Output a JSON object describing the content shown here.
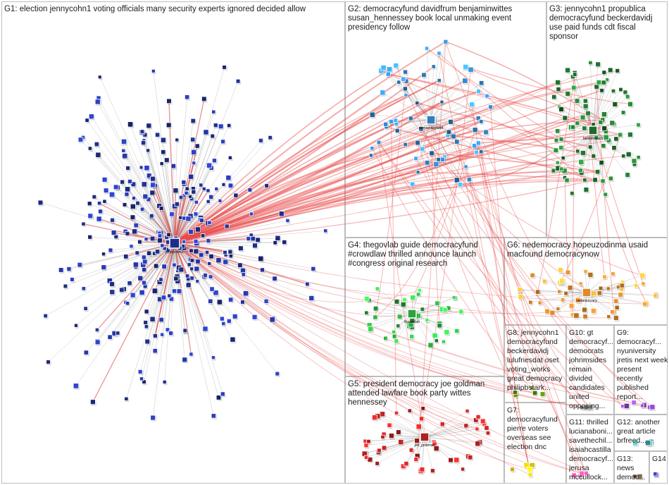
{
  "graph": {
    "background": "#ffffff",
    "edge_color": "#9a9a9a",
    "highlight_edge_color": "#e84a4a",
    "groups": [
      {
        "id": "G1",
        "label": "G1: election jennycohn1 voting officials many security experts ignored decided allow",
        "color": "#1f2d8a"
      },
      {
        "id": "G2",
        "label": "G2: democracyfund davidfrum benjaminwittes susan_hennessey book local unmaking event presidency follow",
        "color": "#2f7fc1"
      },
      {
        "id": "G3",
        "label": "G3: jennycohn1 propublica democracyfund beckerdavidj use paid funds cdt fiscal sponsor",
        "color": "#1d6b2a"
      },
      {
        "id": "G4",
        "label": "G4: thegovlab guide democracyfund #crowdlaw thrilled announce launch #congress original research",
        "color": "#29a33a"
      },
      {
        "id": "G5",
        "label": "G5: president democracy joe goldman attended lawfare book party wittes hennessey",
        "color": "#b02020"
      },
      {
        "id": "G6",
        "label": "G6: nedemocracy hopeuzodinma usaid macfound democracynow",
        "color": "#e08a2a"
      },
      {
        "id": "G7",
        "label": "G7: democracyfund pierre voters overseas see election dnc",
        "color": "#c8b400"
      },
      {
        "id": "G8",
        "label": "G8: jennycohn1 democracyfund beckerdavidj lulufriesdat oset voting_works great democracy philipbstark...",
        "color": "#5a8a00"
      },
      {
        "id": "G9",
        "label": "G9: democracyf... nyuniversity jretis next week present recently published report...",
        "color": "#7a3aa8"
      },
      {
        "id": "G10",
        "label": "G10: gt democracyf... democrats johnmsides remain divided candidates united opposing...",
        "color": "#606060"
      },
      {
        "id": "G11",
        "label": "G11: thrilled lucianaboni... savethechil... isaiahcastilla democracyf... jerusa mccullock...",
        "color": "#d04080"
      },
      {
        "id": "G12",
        "label": "G12: another great article brfreed...",
        "color": "#3aa0a0"
      },
      {
        "id": "G13",
        "label": "G13: news democ...",
        "color": "#806040"
      },
      {
        "id": "G14",
        "label": "G14",
        "color": "#4040c0"
      }
    ],
    "hubs": [
      {
        "group": "G1",
        "name": "jennycohn1"
      },
      {
        "group": "G2",
        "name": "democracyfund"
      },
      {
        "group": "G3",
        "name": "beckerdavidj"
      },
      {
        "group": "G4",
        "name": "thegovlab"
      },
      {
        "group": "G5",
        "name": "joe_goldman"
      },
      {
        "group": "G6",
        "name": "nedemocracy"
      }
    ]
  }
}
